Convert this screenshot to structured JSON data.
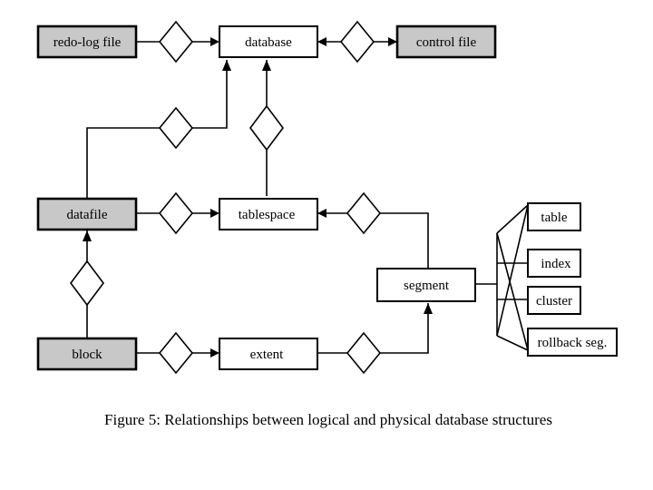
{
  "entities": {
    "redo_log": "redo-log file",
    "database": "database",
    "control_file": "control file",
    "datafile": "datafile",
    "tablespace": "tablespace",
    "block": "block",
    "extent": "extent",
    "segment": "segment",
    "table": "table",
    "index": "index",
    "cluster": "cluster",
    "rollback": "rollback seg."
  },
  "caption": "Figure 5: Relationships between logical and physical database structures",
  "colors": {
    "physical_fill": "#c8c8c8",
    "logical_fill": "#ffffff",
    "stroke": "#000000"
  }
}
